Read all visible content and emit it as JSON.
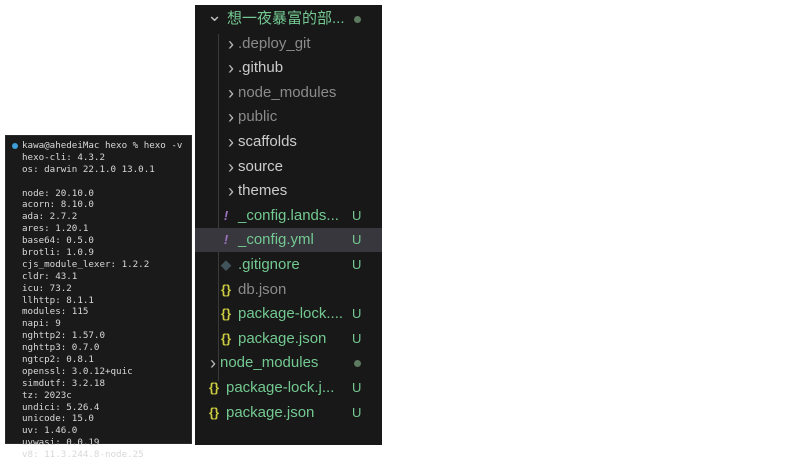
{
  "terminal": {
    "prompt": "kawa@ahedeiMac hexo % hexo -v",
    "lines": [
      "hexo-cli: 4.3.2",
      "os: darwin 22.1.0 13.0.1",
      "",
      "node: 20.10.0",
      "acorn: 8.10.0",
      "ada: 2.7.2",
      "ares: 1.20.1",
      "base64: 0.5.0",
      "brotli: 1.0.9",
      "cjs_module_lexer: 1.2.2",
      "cldr: 43.1",
      "icu: 73.2",
      "llhttp: 8.1.1",
      "modules: 115",
      "napi: 9",
      "nghttp2: 1.57.0",
      "nghttp3: 0.7.0",
      "ngtcp2: 0.8.1",
      "openssl: 3.0.12+quic",
      "simdutf: 3.2.18",
      "tz: 2023c",
      "undici: 5.26.4",
      "unicode: 15.0",
      "uv: 1.46.0",
      "uvwasi: 0.0.19",
      "v8: 11.3.244.8-node.25"
    ]
  },
  "explorer": {
    "colors": {
      "untracked": "#73c991",
      "ignored": "#8b8b8b",
      "normal": "#cccccc"
    },
    "items": [
      {
        "label": "想一夜暴富的部...",
        "kind": "folder-open",
        "depth": 0,
        "state": "untracked",
        "dot": true
      },
      {
        "label": ".deploy_git",
        "kind": "folder",
        "depth": 1,
        "state": "ignored"
      },
      {
        "label": ".github",
        "kind": "folder",
        "depth": 1,
        "state": "normal"
      },
      {
        "label": "node_modules",
        "kind": "folder",
        "depth": 1,
        "state": "ignored"
      },
      {
        "label": "public",
        "kind": "folder",
        "depth": 1,
        "state": "ignored"
      },
      {
        "label": "scaffolds",
        "kind": "folder",
        "depth": 1,
        "state": "normal"
      },
      {
        "label": "source",
        "kind": "folder",
        "depth": 1,
        "state": "normal"
      },
      {
        "label": "themes",
        "kind": "folder",
        "depth": 1,
        "state": "normal"
      },
      {
        "label": "_config.lands...",
        "kind": "yaml",
        "depth": 1,
        "state": "untracked",
        "badge": "U"
      },
      {
        "label": "_config.yml",
        "kind": "yaml",
        "depth": 1,
        "state": "untracked",
        "badge": "U",
        "selected": true
      },
      {
        "label": ".gitignore",
        "kind": "git",
        "depth": 1,
        "state": "untracked",
        "badge": "U"
      },
      {
        "label": "db.json",
        "kind": "json",
        "depth": 1,
        "state": "ignored"
      },
      {
        "label": "package-lock....",
        "kind": "json",
        "depth": 1,
        "state": "untracked",
        "badge": "U"
      },
      {
        "label": "package.json",
        "kind": "json",
        "depth": 1,
        "state": "untracked",
        "badge": "U"
      },
      {
        "label": "node_modules",
        "kind": "folder",
        "depth": 0,
        "state": "untracked",
        "dot": true
      },
      {
        "label": "package-lock.j...",
        "kind": "json",
        "depth": 0,
        "state": "untracked",
        "badge": "U"
      },
      {
        "label": "package.json",
        "kind": "json",
        "depth": 0,
        "state": "untracked",
        "badge": "U"
      }
    ]
  }
}
